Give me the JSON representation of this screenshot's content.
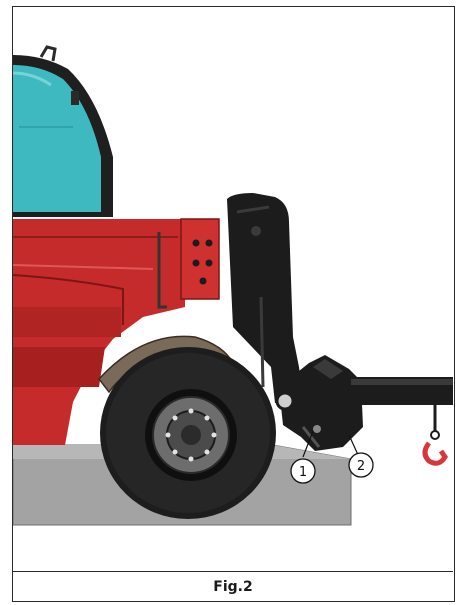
{
  "figure": {
    "caption": "Fig.2",
    "callouts": [
      {
        "id": "1"
      },
      {
        "id": "2"
      }
    ]
  },
  "colors": {
    "body_red": "#c62b2b",
    "body_red_dark": "#8f1c1c",
    "cab_glass": "#3fb9c0",
    "tire_black": "#1d1d1d",
    "ground_gray": "#a3a3a3",
    "hook_red": "#d8363a"
  },
  "icons": [
    "telehandler-illustration",
    "hook-icon"
  ]
}
